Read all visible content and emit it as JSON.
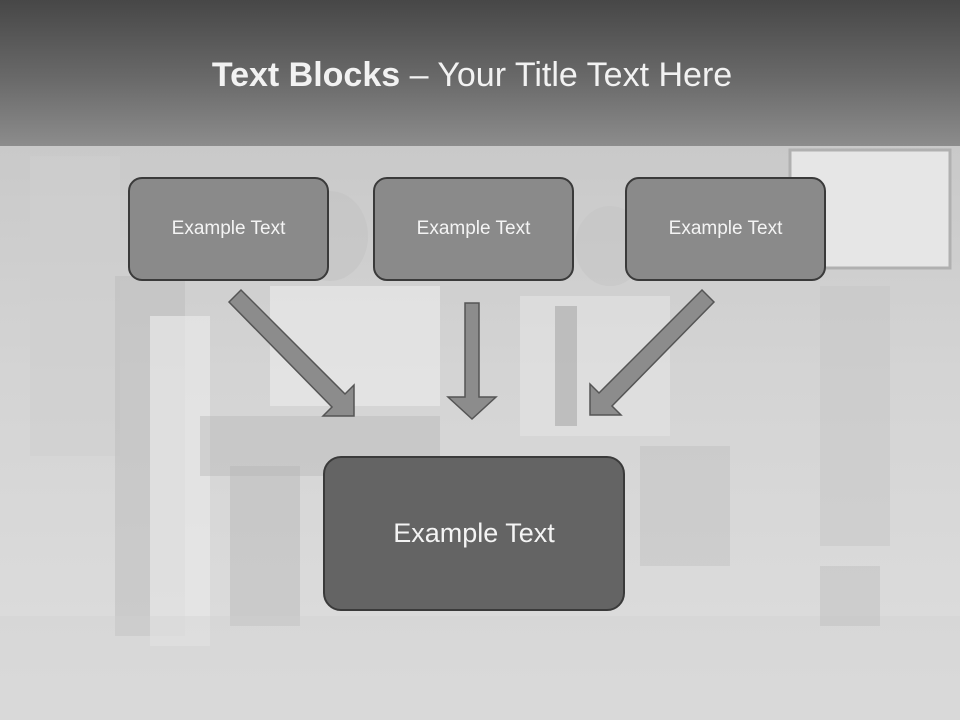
{
  "slide": {
    "title_bold": "Text Blocks",
    "title_rest": " – Your Title Text Here"
  },
  "blocks": [
    {
      "label": "Example Text"
    },
    {
      "label": "Example Text"
    },
    {
      "label": "Example Text"
    }
  ],
  "result_block": {
    "label": "Example Text"
  },
  "colors": {
    "header_dark": "#474747",
    "small_box_fill": "#8a8a8a",
    "big_box_fill": "#646464",
    "arrow_fill": "#8c8c8c",
    "border": "#3a3a3a"
  }
}
